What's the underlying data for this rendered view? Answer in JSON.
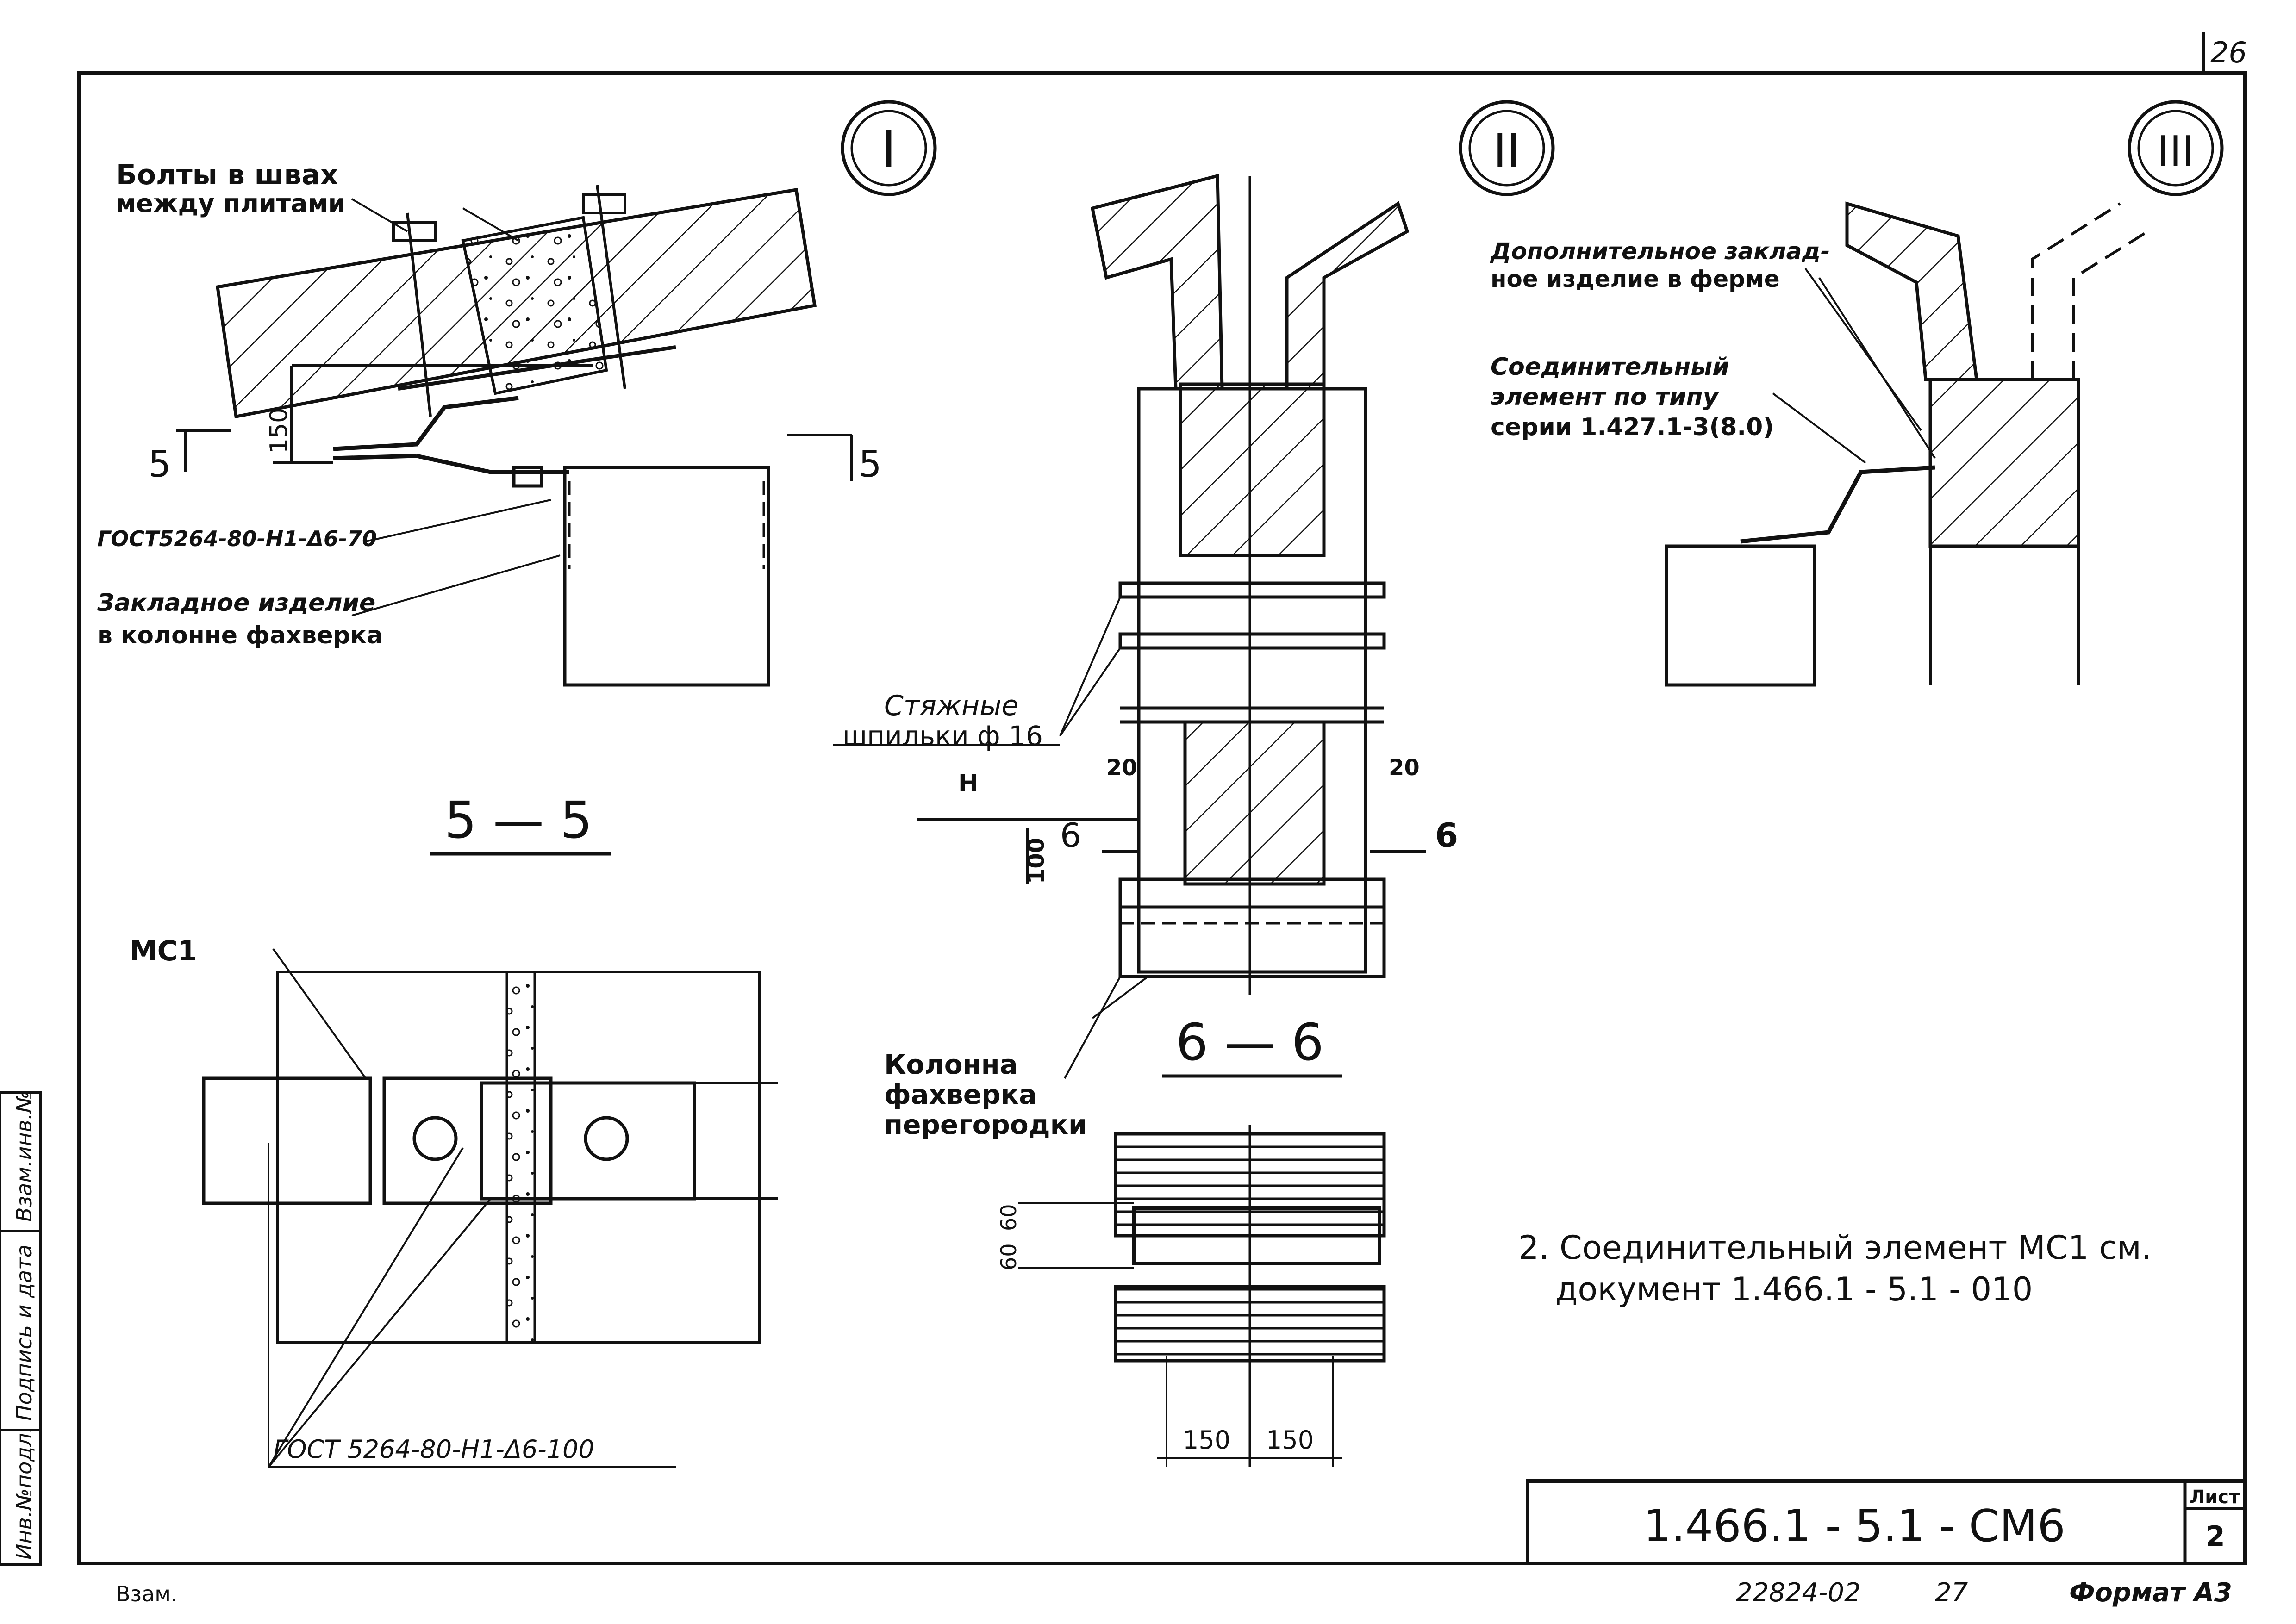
{
  "sheet": {
    "page_number": "26",
    "circle_labels": [
      "I",
      "II",
      "III"
    ],
    "side_stamp": [
      "Инв.№подл.",
      "Подпись и дата",
      "Взам.инв.№"
    ],
    "title_block": {
      "designation": "1.466.1 - 5.1 - CM6",
      "sheet_label": "Лист",
      "sheet_number": "2"
    },
    "footer": {
      "left": "Взам.",
      "number": "22824-02",
      "page": "27",
      "format": "Формат А3"
    }
  },
  "detail_1": {
    "label_bolts": [
      "Болты в швах",
      "между плитами"
    ],
    "dim_150": "150",
    "section_left": "5",
    "section_right": "5",
    "gost_weld": "ГОСТ5264-80-Н1-Δ6-70",
    "label_embedded": [
      "Закладное изделие",
      "в колонне фахверка"
    ]
  },
  "section_5_5": {
    "title": "5 — 5",
    "label_mc1": "МС1",
    "gost_weld": "ГОСТ 5264-80-Н1-Δ6-100"
  },
  "detail_2": {
    "label_studs": [
      "Стяжные",
      "шпильки ф 16"
    ],
    "dim_20_left": "20",
    "dim_20_right": "20",
    "dim_100": "100",
    "elevation": "Н",
    "section_left": "6",
    "section_right": "6"
  },
  "section_6_6": {
    "title": "6 — 6",
    "label_column": [
      "Колонна",
      "фахверка",
      "перегородки"
    ],
    "dim_60_a": "60",
    "dim_60_b": "60",
    "dim_150_a": "150",
    "dim_150_b": "150"
  },
  "detail_3": {
    "label_extra": [
      "Дополнительное заклад-",
      "ное изделие  в ферме"
    ],
    "label_connector": [
      "Соединительный",
      "элемент по типу",
      "серии 1.427.1-3(8.0)"
    ]
  },
  "note": [
    "2. Соединительный элемент МС1 см.",
    "документ  1.466.1 - 5.1 - 010"
  ]
}
